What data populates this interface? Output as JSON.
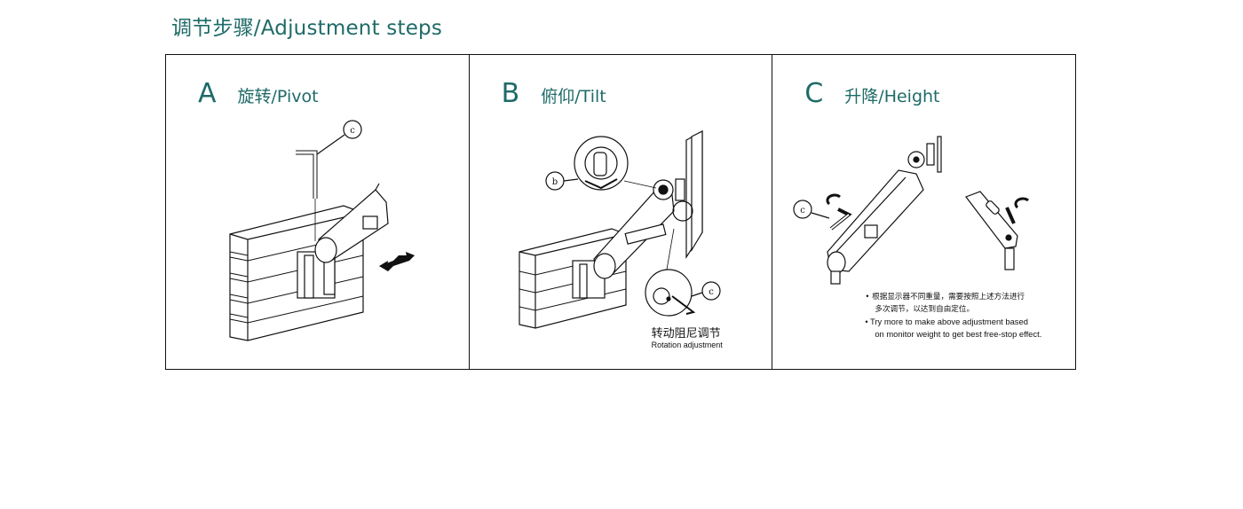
{
  "page_title": "调节步骤/Adjustment steps",
  "panels": [
    {
      "letter": "A",
      "label": "旋转/Pivot",
      "callouts": [
        "c"
      ]
    },
    {
      "letter": "B",
      "label": "俯仰/Tilt",
      "callouts": [
        "b",
        "c"
      ],
      "caption_cn": "转动阻尼调节",
      "caption_en": "Rotation adjustment"
    },
    {
      "letter": "C",
      "label": "升降/Height",
      "callouts": [
        "c"
      ],
      "notes": {
        "line1": "• 根据显示器不同重量，需要按照上述方法进行",
        "line2": "多次调节，以达到自由定位。",
        "line3": "• Try more to make above adjustment based",
        "line4": "on monitor weight to get best free-stop effect."
      }
    }
  ],
  "colors": {
    "accent": "#1e6b68",
    "line": "#111111"
  }
}
